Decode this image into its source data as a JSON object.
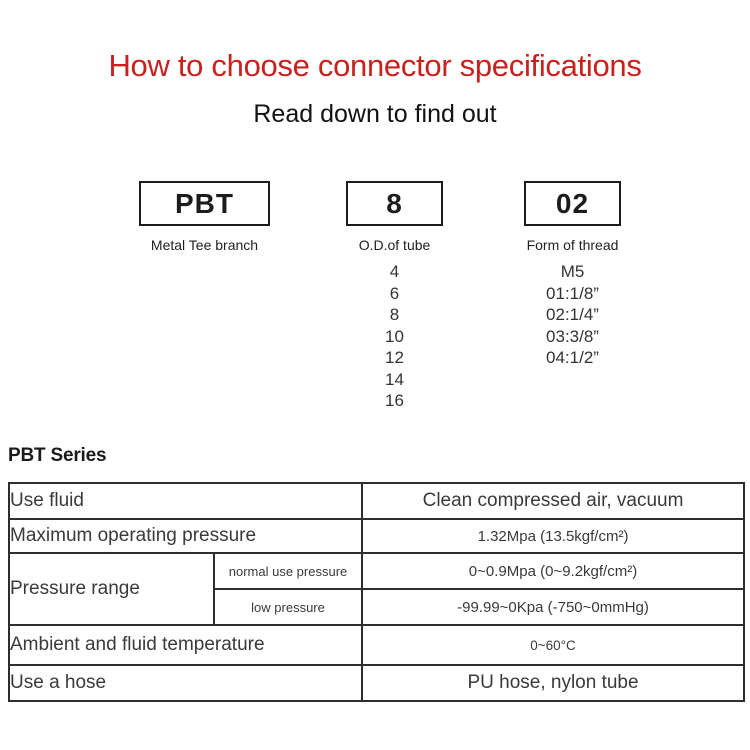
{
  "header": {
    "title": "How to choose connector specifications",
    "subtitle": "Read down to find out"
  },
  "code_builder": {
    "segments": [
      {
        "code": "PBT",
        "label": "Metal Tee branch"
      },
      {
        "code": "8",
        "label": "O.D.of tube",
        "options": [
          "4",
          "6",
          "8",
          "10",
          "12",
          "14",
          "16"
        ]
      },
      {
        "code": "02",
        "label": "Form of thread",
        "options": [
          "M5",
          "01:1/8”",
          "02:1/4”",
          "03:3/8”",
          "04:1/2”"
        ]
      }
    ]
  },
  "series_section": {
    "heading": "PBT Series",
    "spec_table": {
      "rows": [
        {
          "label": "Use fluid",
          "value": "Clean compressed air, vacuum"
        },
        {
          "label": "Maximum operating pressure",
          "value": "1.32Mpa (13.5kgf/cm²)"
        },
        {
          "label": "Pressure range",
          "sublabel": "normal use pressure",
          "value": "0~0.9Mpa (0~9.2kgf/cm²)"
        },
        {
          "sublabel": "low pressure",
          "value": "-99.99~0Kpa (-750~0mmHg)"
        },
        {
          "label": "Ambient and fluid temperature",
          "value": "0~60°C"
        },
        {
          "label": "Use a hose",
          "value": "PU hose, nylon tube"
        }
      ]
    }
  },
  "colors": {
    "accent_red": "#c9221e",
    "table_tint": "#f5eee1",
    "table_border": "#2d2d2d",
    "text_dark": "#3a3a3a"
  }
}
